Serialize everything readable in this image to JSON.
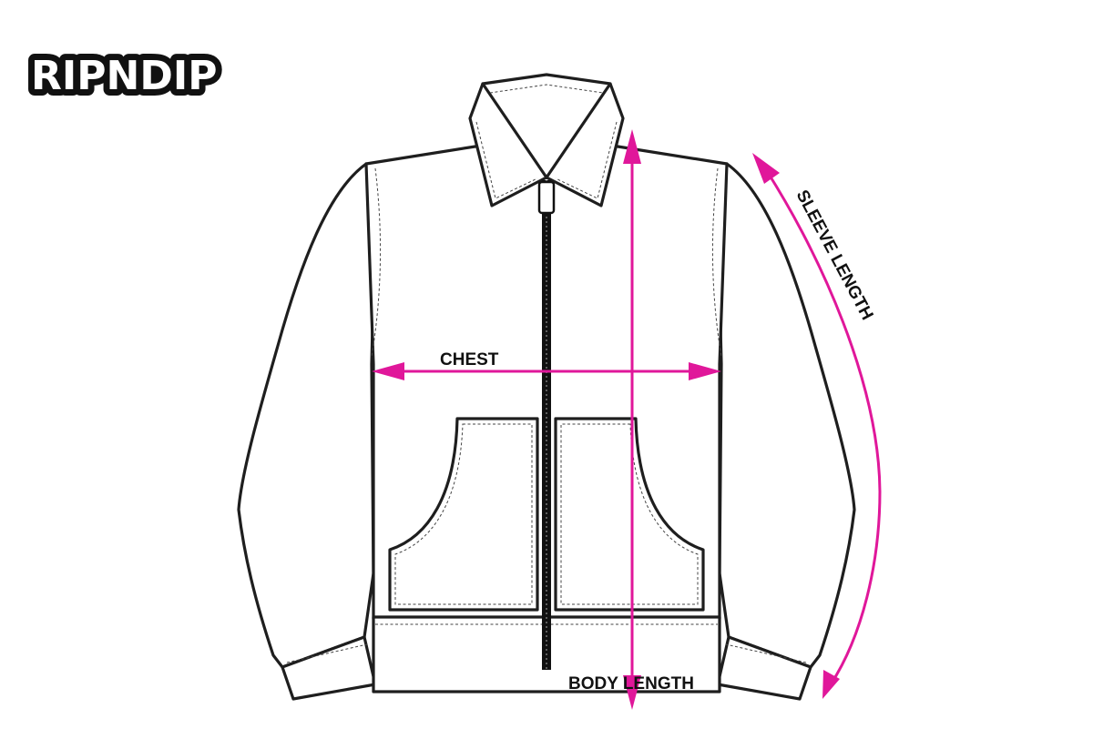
{
  "brand": {
    "logo_text": "RIPNDIP"
  },
  "measurements": {
    "chest": "CHEST",
    "body_length": "BODY LENGTH",
    "sleeve_length": "SLEEVE LENGTH"
  },
  "colors": {
    "arrow": "#e0179a",
    "outline": "#1e1e1e",
    "background": "#ffffff"
  }
}
